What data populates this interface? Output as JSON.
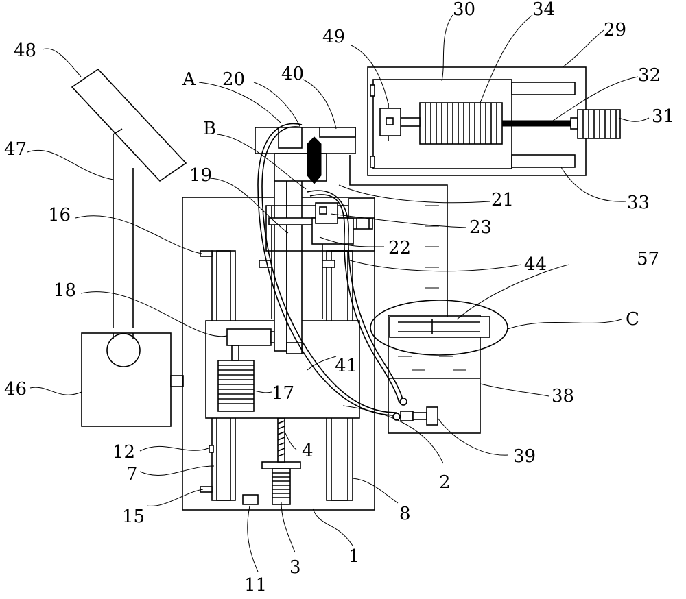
{
  "callouts": [
    {
      "id": "c48",
      "text": "48"
    },
    {
      "id": "c47",
      "text": "47"
    },
    {
      "id": "c16",
      "text": "16"
    },
    {
      "id": "c18",
      "text": "18"
    },
    {
      "id": "c46",
      "text": "46"
    },
    {
      "id": "c12",
      "text": "12"
    },
    {
      "id": "c7",
      "text": "7"
    },
    {
      "id": "c15",
      "text": "15"
    },
    {
      "id": "c11",
      "text": "11"
    },
    {
      "id": "c3",
      "text": "3"
    },
    {
      "id": "c1",
      "text": "1"
    },
    {
      "id": "c8",
      "text": "8"
    },
    {
      "id": "c2",
      "text": "2"
    },
    {
      "id": "c4",
      "text": "4"
    },
    {
      "id": "c17",
      "text": "17"
    },
    {
      "id": "c41",
      "text": "41"
    },
    {
      "id": "c19",
      "text": "19"
    },
    {
      "id": "cA",
      "text": "A"
    },
    {
      "id": "c20",
      "text": "20"
    },
    {
      "id": "cB",
      "text": "B"
    },
    {
      "id": "c40",
      "text": "40"
    },
    {
      "id": "c49",
      "text": "49"
    },
    {
      "id": "c30",
      "text": "30"
    },
    {
      "id": "c34",
      "text": "34"
    },
    {
      "id": "c29",
      "text": "29"
    },
    {
      "id": "c32",
      "text": "32"
    },
    {
      "id": "c31",
      "text": "31"
    },
    {
      "id": "c33",
      "text": "33"
    },
    {
      "id": "c21",
      "text": "21"
    },
    {
      "id": "c23",
      "text": "23"
    },
    {
      "id": "c22",
      "text": "22"
    },
    {
      "id": "c44",
      "text": "44"
    },
    {
      "id": "c57",
      "text": "57"
    },
    {
      "id": "cC",
      "text": "C"
    },
    {
      "id": "c38",
      "text": "38"
    },
    {
      "id": "c39",
      "text": "39"
    }
  ]
}
